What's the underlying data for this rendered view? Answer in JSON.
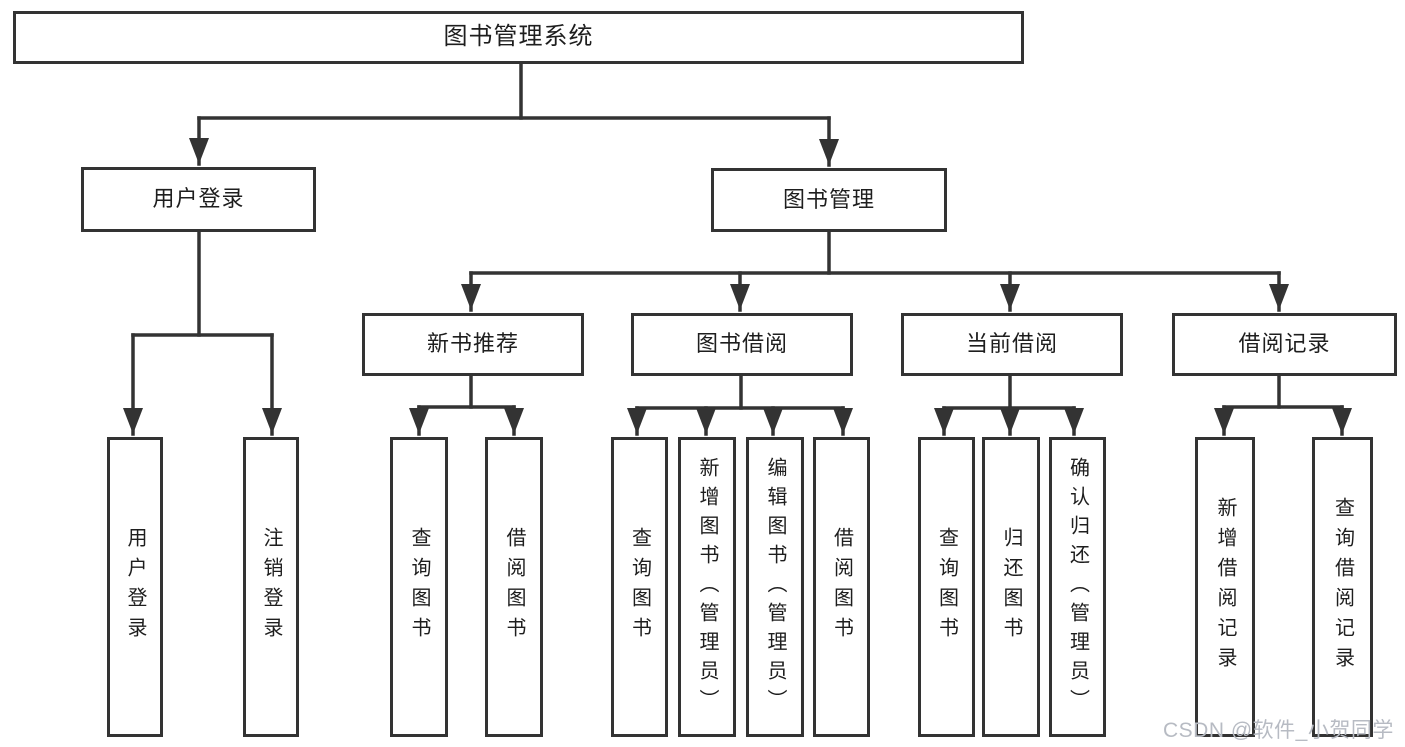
{
  "tree": {
    "root": {
      "label": "图书管理系统",
      "children": [
        {
          "label": "用户登录",
          "children": [
            {
              "label": "用户登录"
            },
            {
              "label": "注销登录"
            }
          ]
        },
        {
          "label": "图书管理",
          "children": [
            {
              "label": "新书推荐",
              "children": [
                {
                  "label": "查询图书"
                },
                {
                  "label": "借阅图书"
                }
              ]
            },
            {
              "label": "图书借阅",
              "children": [
                {
                  "label": "查询图书"
                },
                {
                  "label": "新增图书（管理员）"
                },
                {
                  "label": "编辑图书（管理员）"
                },
                {
                  "label": "借阅图书"
                }
              ]
            },
            {
              "label": "当前借阅",
              "children": [
                {
                  "label": "查询图书"
                },
                {
                  "label": "归还图书"
                },
                {
                  "label": "确认归还（管理员）"
                }
              ]
            },
            {
              "label": "借阅记录",
              "children": [
                {
                  "label": "新增借阅记录"
                },
                {
                  "label": "查询借阅记录"
                }
              ]
            }
          ]
        }
      ]
    }
  },
  "watermark": "CSDN @软件_小贺同学",
  "colors": {
    "line": "#333333",
    "text": "#1e1e1e",
    "watermark": "#b7bbc3",
    "background": "#ffffff"
  }
}
